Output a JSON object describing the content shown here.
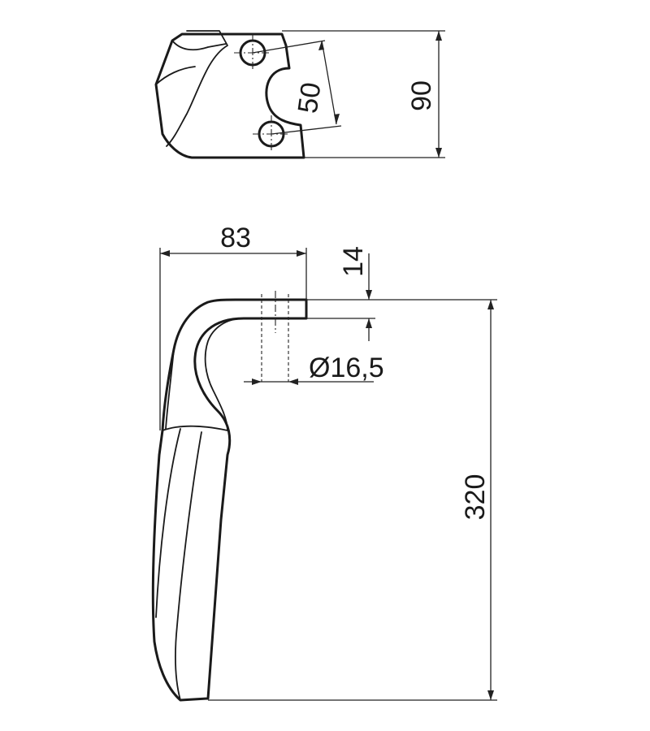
{
  "drawing": {
    "top_view": {
      "dim_hole_spacing": "50",
      "dim_height": "90"
    },
    "side_view": {
      "dim_width": "83",
      "dim_thickness": "14",
      "dim_hole_diameter": "Ø16,5",
      "dim_length": "320"
    }
  }
}
